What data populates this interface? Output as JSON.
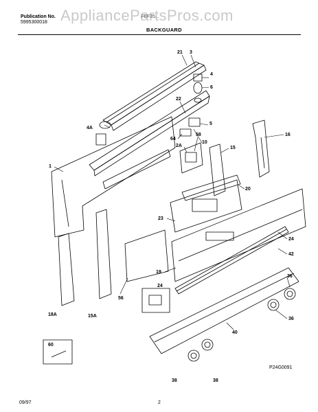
{
  "watermark": "AppliancePartsPros.com",
  "header": {
    "publication_label": "Publication No.",
    "publication_number": "5995300018",
    "model": "FEF35...",
    "section_title": "BACKGUARD"
  },
  "callouts": {
    "c21": "21",
    "c3": "3",
    "c4": "4",
    "c6": "6",
    "c22": "22",
    "c5": "5",
    "c4A": "4A",
    "c64": "64",
    "c10": "10",
    "c2A": "2A",
    "c58": "58",
    "c16": "16",
    "c15": "15",
    "c1": "1",
    "c20": "20",
    "c23": "23",
    "c24": "24",
    "c42": "42",
    "c19": "19",
    "c56": "56",
    "c36a": "36",
    "c24b": "24",
    "c18A": "18A",
    "c15A": "15A",
    "c40": "40",
    "c36b": "36",
    "c60": "60",
    "c38a": "38",
    "c38b": "38"
  },
  "figure_code": "P24G0091",
  "footer": {
    "date": "09/97",
    "page": "2"
  }
}
